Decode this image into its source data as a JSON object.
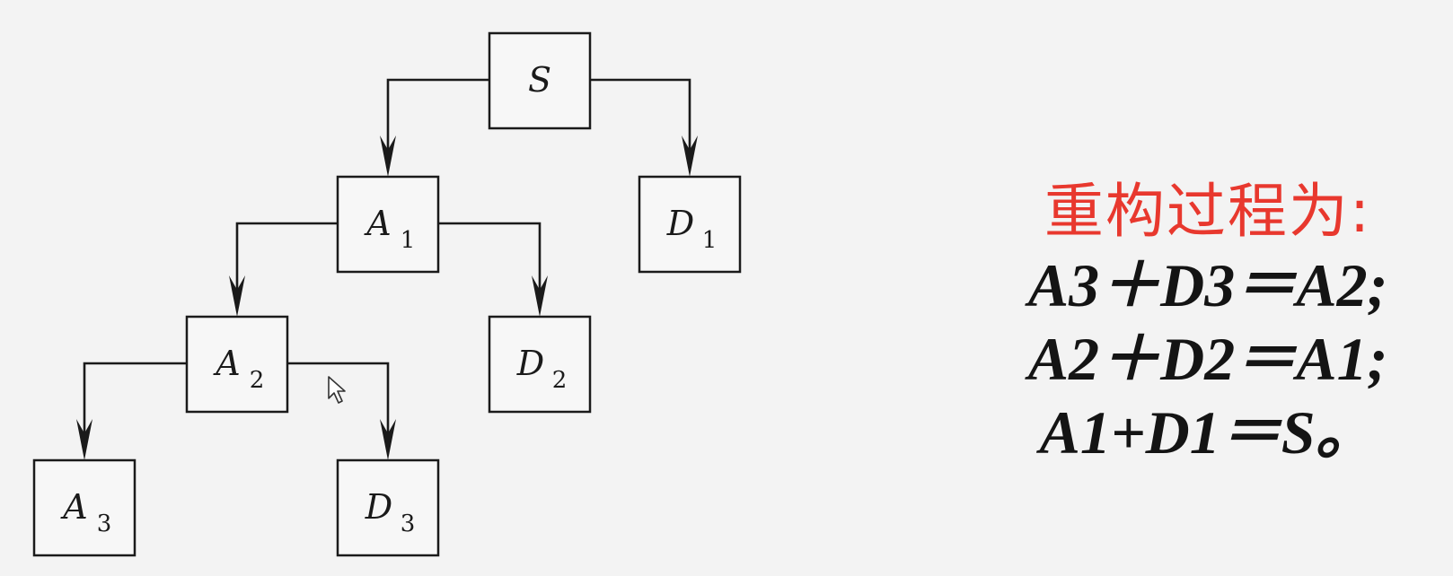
{
  "diagram": {
    "nodes": [
      {
        "id": "S",
        "main": "S",
        "sub": ""
      },
      {
        "id": "A1",
        "main": "A",
        "sub": "1"
      },
      {
        "id": "D1",
        "main": "D",
        "sub": "1"
      },
      {
        "id": "A2",
        "main": "A",
        "sub": "2"
      },
      {
        "id": "D2",
        "main": "D",
        "sub": "2"
      },
      {
        "id": "A3",
        "main": "A",
        "sub": "3"
      },
      {
        "id": "D3",
        "main": "D",
        "sub": "3"
      }
    ],
    "edges": [
      {
        "from": "S",
        "to": "A1"
      },
      {
        "from": "S",
        "to": "D1"
      },
      {
        "from": "A1",
        "to": "A2"
      },
      {
        "from": "A1",
        "to": "D2"
      },
      {
        "from": "A2",
        "to": "A3"
      },
      {
        "from": "A2",
        "to": "D3"
      }
    ]
  },
  "panel": {
    "title": "重构过程为:",
    "equations": [
      "A3＋D3＝A2;",
      "A2＋D2＝A1;",
      "A1+D1＝S。"
    ]
  },
  "colors": {
    "title": "#e8382e",
    "ink": "#1a1a1a",
    "background": "#f3f3f3"
  }
}
